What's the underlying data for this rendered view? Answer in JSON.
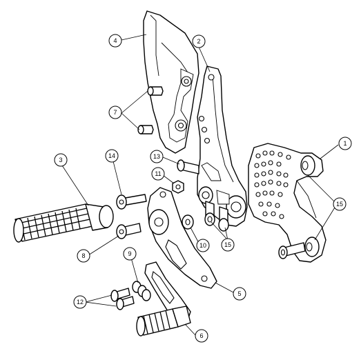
{
  "diagram": {
    "callouts": [
      {
        "id": "c1",
        "label": "1"
      },
      {
        "id": "c2",
        "label": "2"
      },
      {
        "id": "c3",
        "label": "3"
      },
      {
        "id": "c4",
        "label": "4"
      },
      {
        "id": "c5",
        "label": "5"
      },
      {
        "id": "c6",
        "label": "6"
      },
      {
        "id": "c7",
        "label": "7"
      },
      {
        "id": "c8",
        "label": "8"
      },
      {
        "id": "c9",
        "label": "9"
      },
      {
        "id": "c10",
        "label": "10"
      },
      {
        "id": "c11",
        "label": "11"
      },
      {
        "id": "c12",
        "label": "12"
      },
      {
        "id": "c13",
        "label": "13"
      },
      {
        "id": "c14",
        "label": "14"
      },
      {
        "id": "c15a",
        "label": "15"
      },
      {
        "id": "c15b",
        "label": "15"
      }
    ]
  }
}
